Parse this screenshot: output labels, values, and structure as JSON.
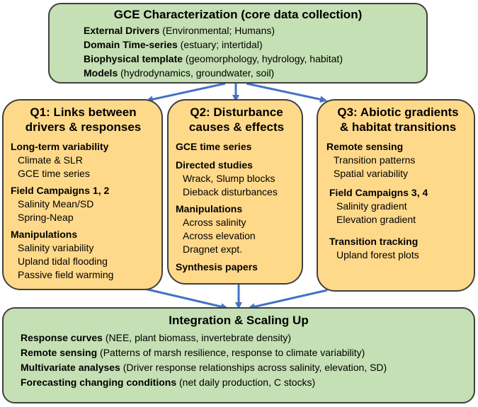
{
  "top": {
    "title": "GCE Characterization (core data collection)",
    "lines": [
      {
        "bold": "External Drivers",
        "rest": " (Environmental; Humans)"
      },
      {
        "bold": "Domain Time-series",
        "rest": " (estuary; intertidal)"
      },
      {
        "bold": "Biophysical template",
        "rest": " (geomorphology, hydrology, habitat)"
      },
      {
        "bold": "Models",
        "rest": " (hydrodynamics, groundwater, soil)"
      }
    ]
  },
  "q1": {
    "title1": "Q1: Links between",
    "title2": "drivers & responses",
    "s1": "Long-term variability",
    "s1_items": [
      "Climate & SLR",
      "GCE time series"
    ],
    "s2": "Field Campaigns 1, 2",
    "s2_items": [
      "Salinity Mean/SD",
      "Spring-Neap"
    ],
    "s3": "Manipulations",
    "s3_items": [
      "Salinity variability",
      "Upland tidal flooding",
      "Passive field warming"
    ]
  },
  "q2": {
    "title1": "Q2: Disturbance",
    "title2": "causes & effects",
    "s1": "GCE time series",
    "s2": "Directed studies",
    "s2_items": [
      "Wrack, Slump blocks",
      "Dieback disturbances"
    ],
    "s3": "Manipulations",
    "s3_items": [
      "Across salinity",
      "Across elevation",
      "Dragnet expt."
    ],
    "s4": "Synthesis papers"
  },
  "q3": {
    "title1": "Q3: Abiotic gradients",
    "title2": "& habitat transitions",
    "s1": "Remote sensing",
    "s1_items": [
      "Transition patterns",
      "Spatial variability"
    ],
    "s2": "Field Campaigns 3, 4",
    "s2_items": [
      "Salinity gradient",
      "Elevation gradient"
    ],
    "s3": "Transition tracking",
    "s3_items": [
      "Upland forest plots"
    ]
  },
  "bottom": {
    "title": "Integration & Scaling Up",
    "lines": [
      {
        "bold": "Response curves",
        "rest": " (NEE, plant biomass, invertebrate density)"
      },
      {
        "bold": "Remote sensing",
        "rest": " (Patterns of marsh resilience, response to climate variability)"
      },
      {
        "bold": "Multivariate analyses",
        "rest": " (Driver response relationships across salinity, elevation, SD)"
      },
      {
        "bold": "Forecasting changing conditions",
        "rest": " (net daily production, C stocks)"
      }
    ]
  },
  "colors": {
    "green_fill": "#c5e0b4",
    "orange_fill": "#ffd98a",
    "border": "#404040",
    "arrow": "#4472c4"
  }
}
